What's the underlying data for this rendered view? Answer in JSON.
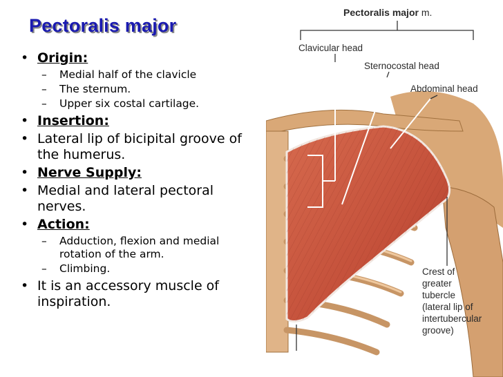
{
  "slide": {
    "title": "Pectoralis major",
    "bullets": [
      {
        "label": "Origin:"
      },
      {
        "label": "Insertion:"
      },
      {
        "text": "Lateral lip of bicipital groove of the humerus."
      },
      {
        "label": "Nerve Supply:"
      },
      {
        "text": "Medial and lateral pectoral nerves."
      },
      {
        "label": "Action:"
      },
      {
        "text": "It is an accessory muscle of inspiration."
      }
    ],
    "origin_items": [
      "Medial half of the clavicle",
      "The sternum.",
      "Upper six costal cartilage."
    ],
    "action_items": [
      "Adduction, flexion and medial rotation of the arm.",
      "Climbing."
    ],
    "bullet_char": "•",
    "dash_char": "–"
  },
  "figure": {
    "labels": {
      "main": "Pectoralis major",
      "main_suffix": "m.",
      "clavicular": "Clavicular head",
      "sternocostal": "Sternocostal head",
      "abdominal": "Abdominal head",
      "crest": [
        "Crest of",
        "greater",
        "tubercle",
        "(lateral lip of",
        "intertubercular",
        "groove)"
      ]
    }
  },
  "colors": {
    "title": "#1a1ab0",
    "muscle": "#c8523a",
    "bone": "#d9a877"
  }
}
